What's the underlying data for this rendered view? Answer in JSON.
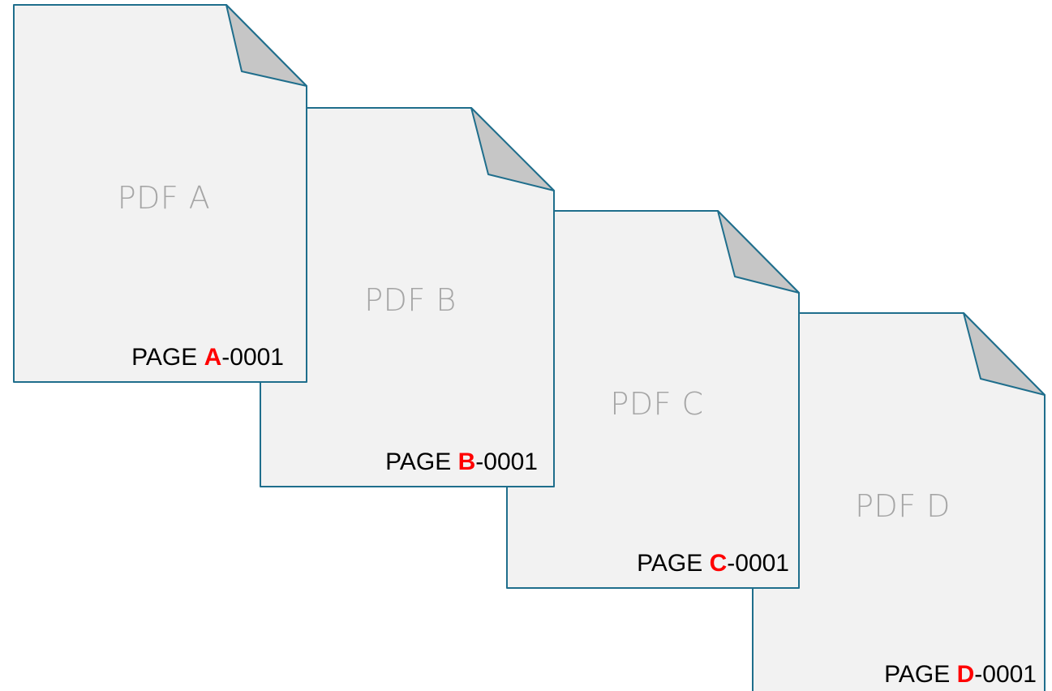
{
  "colors": {
    "page_fill": "#f2f2f2",
    "page_stroke": "#1f6e8c",
    "fold_fill": "#c6c6c6",
    "title_color": "#a6a6a6",
    "label_color": "#000000",
    "letter_color": "#ff0000"
  },
  "documents": [
    {
      "title": "PDF A",
      "label_prefix": "PAGE ",
      "letter": "A",
      "label_suffix": "-0001"
    },
    {
      "title": "PDF B",
      "label_prefix": "PAGE ",
      "letter": "B",
      "label_suffix": "-0001"
    },
    {
      "title": "PDF C",
      "label_prefix": "PAGE ",
      "letter": "C",
      "label_suffix": "-0001"
    },
    {
      "title": "PDF D",
      "label_prefix": "PAGE ",
      "letter": "D",
      "label_suffix": "-0001"
    }
  ]
}
